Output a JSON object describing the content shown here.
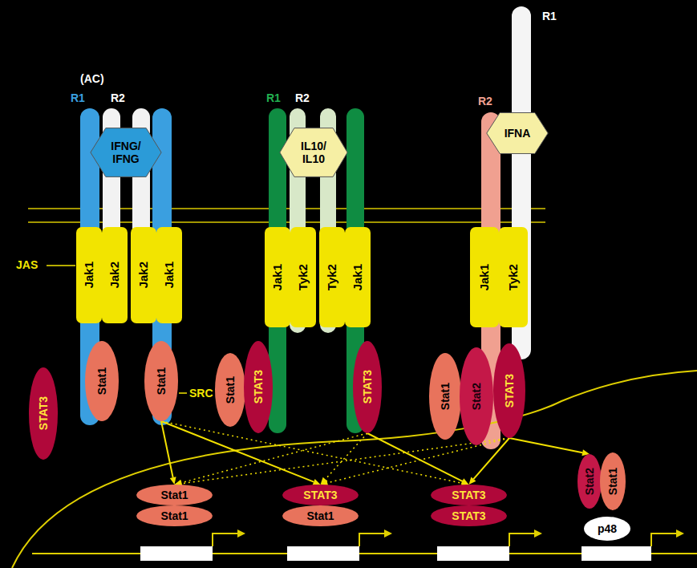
{
  "diagram": {
    "nodes": [
      {
        "text": [
          "IFNG/ IFNG"
        ]
      },
      {
        "text": [
          "IL10/ IL10"
        ]
      },
      {
        "text": [
          "IFNA"
        ]
      },
      {
        "text": [
          "Jak1"
        ]
      },
      {
        "text": [
          "Jak2"
        ]
      },
      {
        "text": [
          "Jak2"
        ]
      },
      {
        "text": [
          "Jak1"
        ]
      },
      {
        "text": [
          "Jak1"
        ]
      },
      {
        "text": [
          "Tyk2"
        ]
      },
      {
        "text": [
          "Tyk2"
        ]
      },
      {
        "text": [
          "Jak1"
        ]
      },
      {
        "text": [
          "Jak1"
        ]
      },
      {
        "text": [
          "Tyk2"
        ]
      },
      {
        "text": [
          "STAT3"
        ]
      },
      {
        "text": [
          "Stat1"
        ]
      },
      {
        "text": [
          "Stat1"
        ]
      },
      {
        "text": [
          "Stat1"
        ]
      },
      {
        "text": [
          "STAT3"
        ]
      },
      {
        "text": [
          "STAT3"
        ]
      },
      {
        "text": [
          "Stat1"
        ]
      },
      {
        "text": [
          "Stat2"
        ]
      },
      {
        "text": [
          "STAT3"
        ]
      },
      {
        "text": [
          "Stat1"
        ]
      },
      {
        "text": [
          "Stat1"
        ]
      },
      {
        "text": [
          "STAT3"
        ]
      },
      {
        "text": [
          "Stat1"
        ]
      },
      {
        "text": [
          "STAT3"
        ]
      },
      {
        "text": [
          "STAT3"
        ]
      },
      {
        "text": [
          "Stat2"
        ]
      },
      {
        "text": [
          "Stat1"
        ]
      },
      {
        "text": [
          "p48"
        ]
      }
    ],
    "edges": [
      {
        "from": 15,
        "to": 22,
        "arrow": "to"
      },
      {
        "from": 15,
        "to": 24,
        "arrow": "to"
      },
      {
        "from": 15,
        "to": 26,
        "arrow": "to"
      },
      {
        "from": 18,
        "to": 22,
        "arrow": "to"
      },
      {
        "from": 18,
        "to": 24,
        "arrow": "to"
      },
      {
        "from": 18,
        "to": 26,
        "arrow": "to"
      },
      {
        "from": 21,
        "to": 22,
        "arrow": "to"
      },
      {
        "from": 21,
        "to": 24,
        "arrow": "to"
      },
      {
        "from": 21,
        "to": 26,
        "arrow": "to"
      },
      {
        "from": 21,
        "to": 28,
        "arrow": "to"
      }
    ],
    "labels": [
      "(AC)",
      "R1",
      "R2",
      "R1",
      "R2",
      "R2",
      "R1",
      "JAS",
      "SRC"
    ]
  }
}
